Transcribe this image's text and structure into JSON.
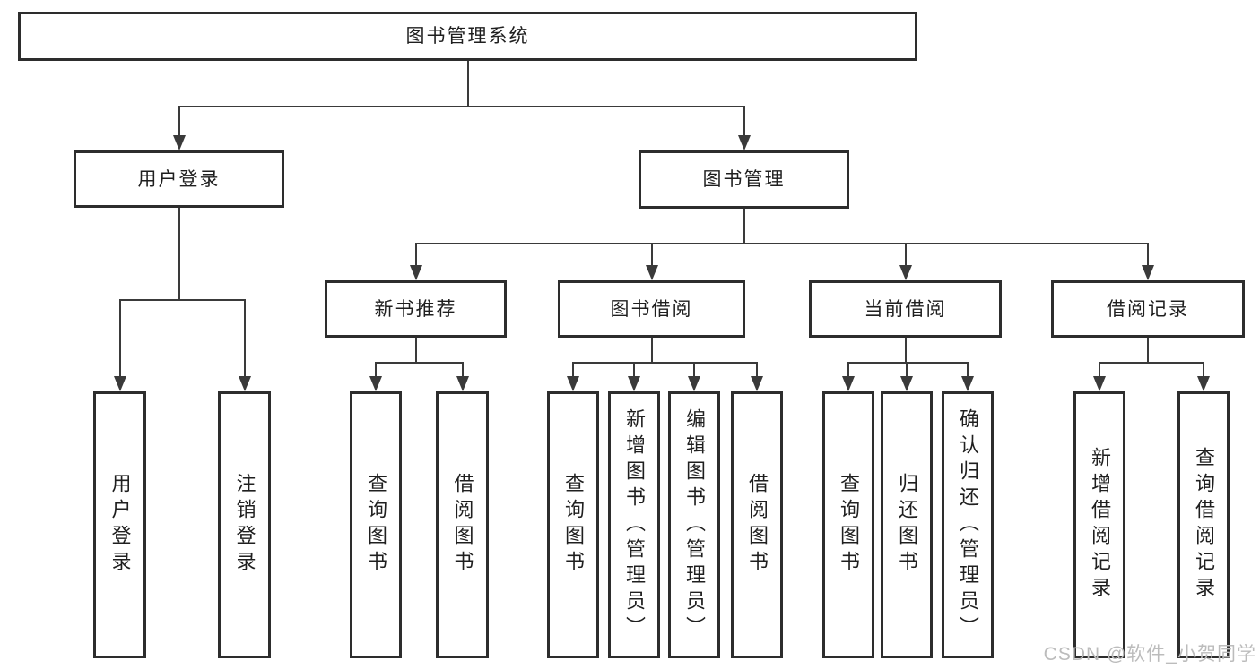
{
  "diagram": {
    "tree": {
      "id": "root",
      "label": "图书管理系统",
      "children": [
        {
          "id": "user-login",
          "label": "用户登录",
          "children": [
            {
              "id": "ul-login",
              "label": "用户登录",
              "children": []
            },
            {
              "id": "ul-logout",
              "label": "注销登录",
              "children": []
            }
          ]
        },
        {
          "id": "book-mgmt",
          "label": "图书管理",
          "children": [
            {
              "id": "new-book",
              "label": "新书推荐",
              "children": [
                {
                  "id": "nb-query",
                  "label": "查询图书",
                  "children": []
                },
                {
                  "id": "nb-borrow",
                  "label": "借阅图书",
                  "children": []
                }
              ]
            },
            {
              "id": "borrow",
              "label": "图书借阅",
              "children": [
                {
                  "id": "bb-query",
                  "label": "查询图书",
                  "children": []
                },
                {
                  "id": "bb-add",
                  "label": "新增图书（管理员）",
                  "children": []
                },
                {
                  "id": "bb-edit",
                  "label": "编辑图书（管理员）",
                  "children": []
                },
                {
                  "id": "bb-borrow",
                  "label": "借阅图书",
                  "children": []
                }
              ]
            },
            {
              "id": "current",
              "label": "当前借阅",
              "children": [
                {
                  "id": "cb-query",
                  "label": "查询图书",
                  "children": []
                },
                {
                  "id": "cb-return",
                  "label": "归还图书",
                  "children": []
                },
                {
                  "id": "cb-confirm",
                  "label": "确认归还（管理员）",
                  "children": []
                }
              ]
            },
            {
              "id": "records",
              "label": "借阅记录",
              "children": [
                {
                  "id": "br-add",
                  "label": "新增借阅记录",
                  "children": []
                },
                {
                  "id": "br-query",
                  "label": "查询借阅记录",
                  "children": []
                }
              ]
            }
          ]
        }
      ]
    }
  },
  "watermark": {
    "text": "CSDN @软件_小贺同学"
  },
  "colors": {
    "line": "#3a3a3a",
    "box_border": "#2d2d2d",
    "box_background": "#ffffff",
    "text": "#1f1f1f",
    "watermark": "#bcbcbc"
  }
}
